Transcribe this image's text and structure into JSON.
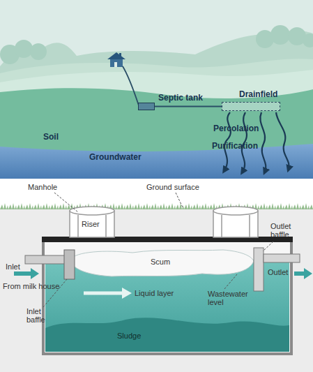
{
  "diagram": {
    "nodes": [
      {
        "text": [
          "Septic tank"
        ]
      },
      {
        "text": [
          "Drainfield"
        ]
      }
    ],
    "edges": [
      {
        "from": 0,
        "to": 1,
        "arrow": "none"
      }
    ],
    "labels": [
      "Percolation",
      "Purification",
      "Soil",
      "Groundwater",
      "Manhole",
      "Ground surface",
      "Riser",
      "Outlet baffle",
      "Inlet",
      "From milk house",
      "Scum",
      "Outlet",
      "Liquid layer",
      "Wastewater level",
      "Inlet baffle",
      "Sludge"
    ]
  }
}
